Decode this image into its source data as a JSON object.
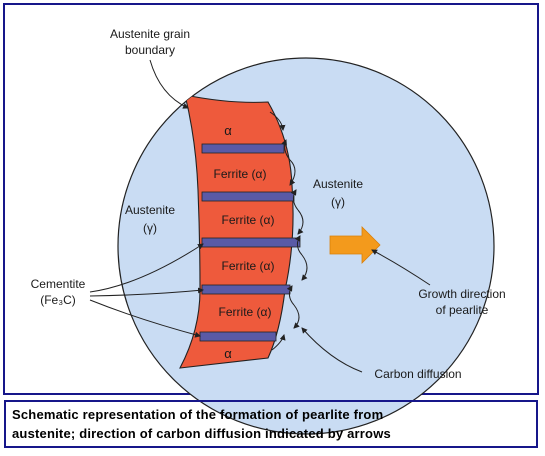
{
  "diagram": {
    "labels": {
      "grain_boundary_line1": "Austenite grain",
      "grain_boundary_line2": "boundary",
      "austenite_left": "Austenite",
      "austenite_left_symbol": "(γ)",
      "austenite_right": "Austenite",
      "austenite_right_symbol": "(γ)",
      "cementite_line1": "Cementite",
      "cementite_line2": "(Fe₃C)",
      "growth_line1": "Growth direction",
      "growth_line2": "of pearlite",
      "carbon_diffusion": "Carbon diffusion",
      "alpha_top": "α",
      "alpha_bottom": "α",
      "ferrite_1": "Ferrite (α)",
      "ferrite_2": "Ferrite (α)",
      "ferrite_3": "Ferrite (α)",
      "ferrite_4": "Ferrite (α)"
    },
    "colors": {
      "austenite_fill": "#c9dcf3",
      "ferrite_fill": "#ee5a3c",
      "cementite_fill": "#5a5aa6",
      "growth_arrow": "#f39a1c",
      "frame_border": "#16168a"
    }
  },
  "caption": {
    "line1": "Schematic representation of the formation of pearlite from",
    "line2": "austenite; direction of carbon diffusion indicated by arrows"
  }
}
